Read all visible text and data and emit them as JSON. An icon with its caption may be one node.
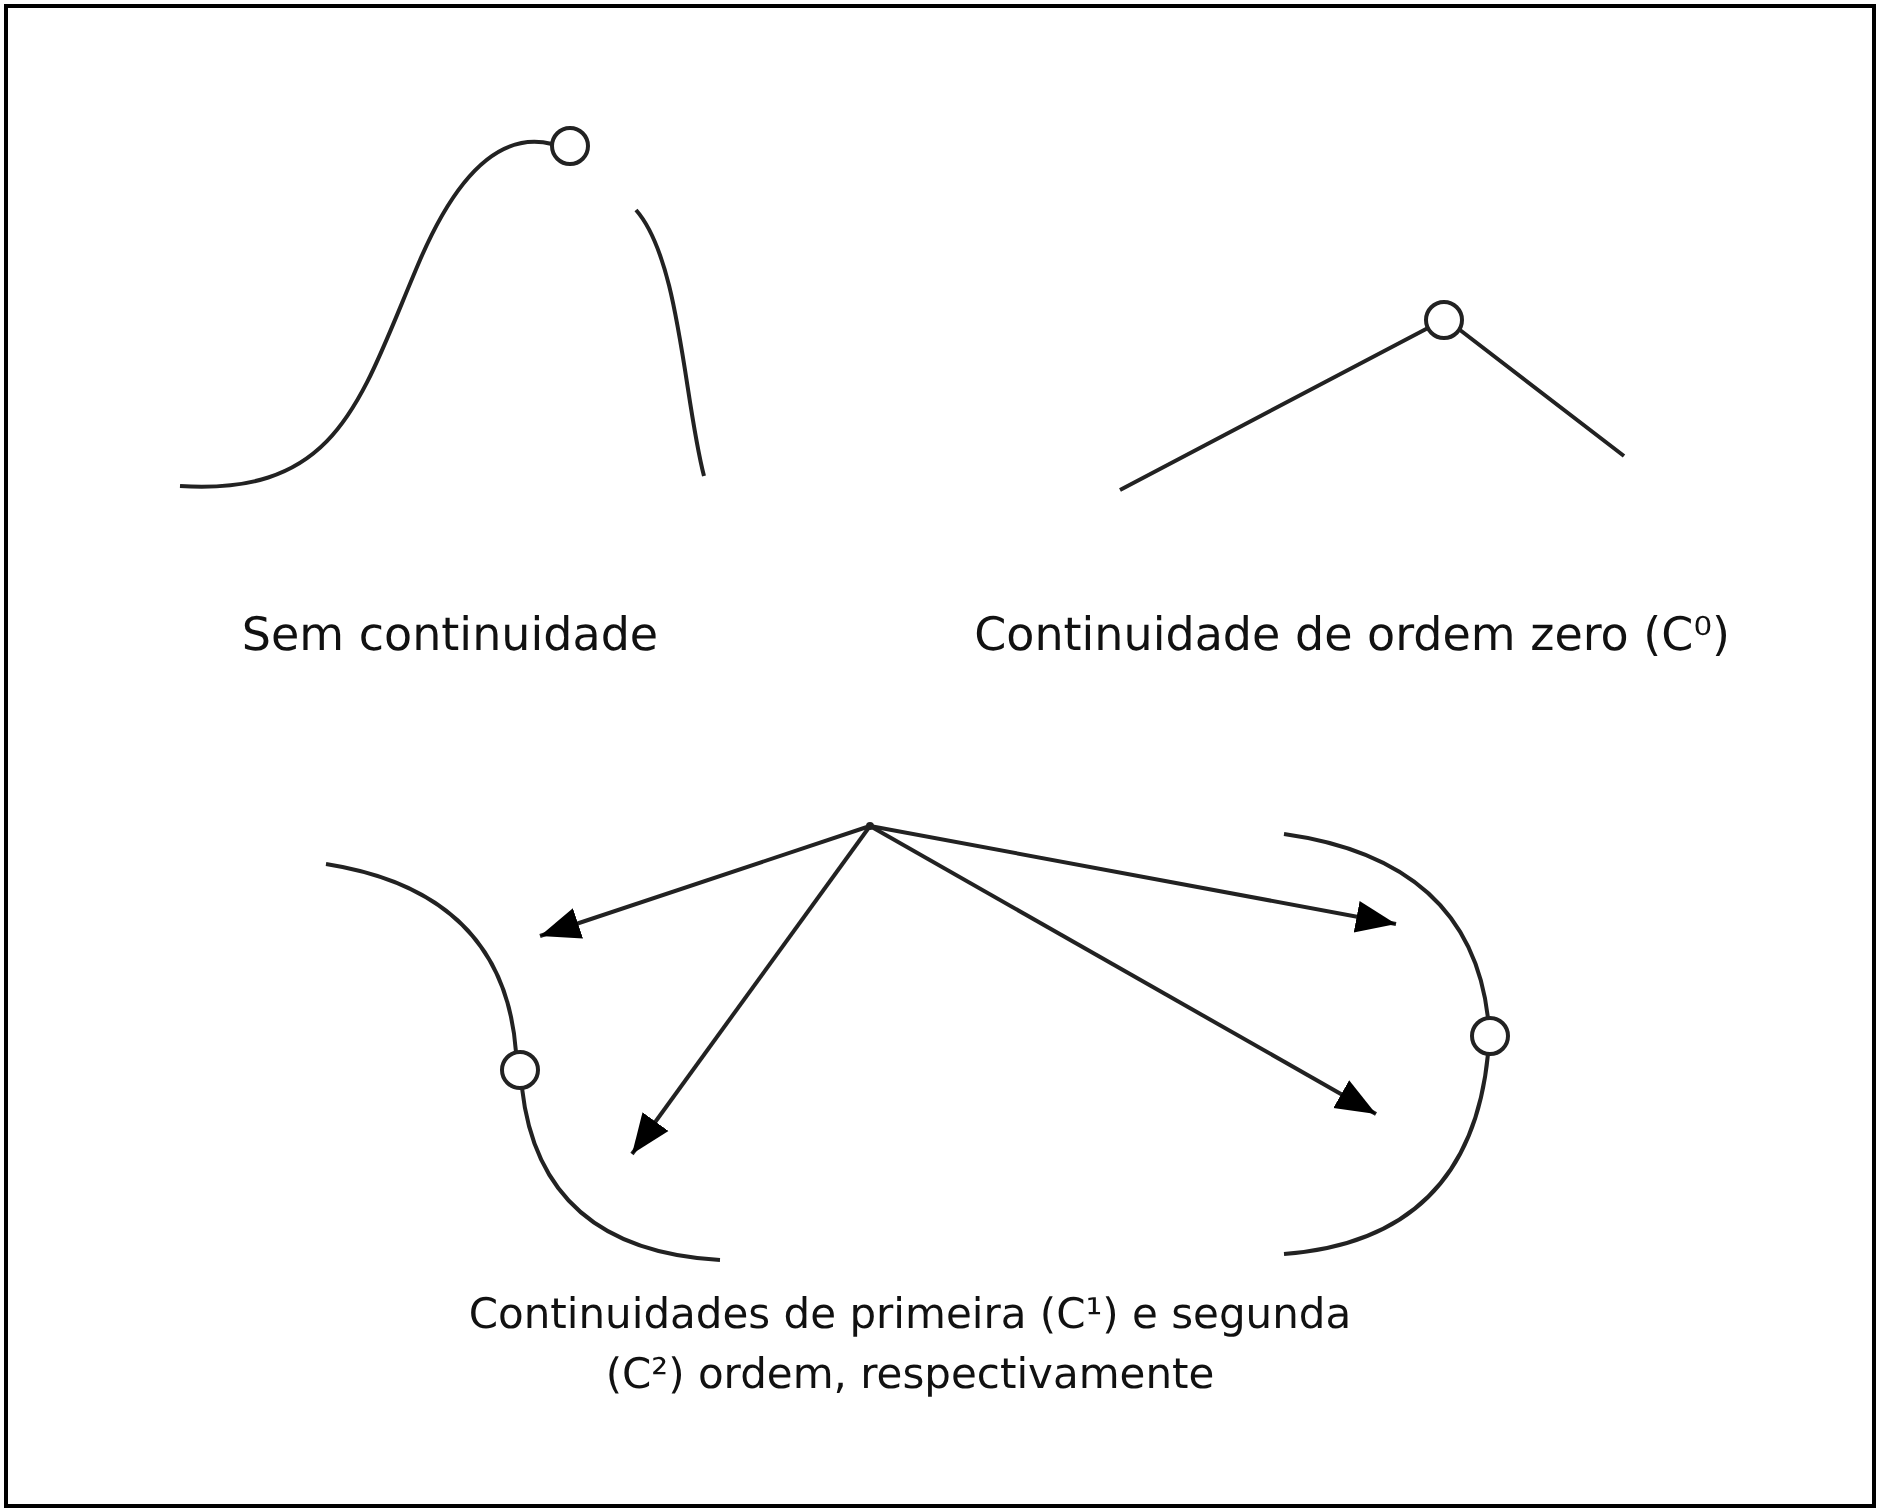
{
  "diagram": {
    "nodes": [
      {
        "text": [],
        "shape": "point"
      },
      {
        "text": [],
        "shape": "curve"
      },
      {
        "text": [],
        "shape": "curve"
      },
      {
        "text": [],
        "shape": "curve"
      },
      {
        "text": [],
        "shape": "curve"
      }
    ],
    "edges": [
      {
        "from": 0,
        "to": 1,
        "arrow": "to"
      },
      {
        "from": 0,
        "to": 2,
        "arrow": "to"
      },
      {
        "from": 0,
        "to": 3,
        "arrow": "to"
      },
      {
        "from": 0,
        "to": 4,
        "arrow": "to"
      }
    ],
    "labels": [
      "Sem continuidade",
      "Continuidade de ordem zero (C⁰)",
      "Continuidades de primeira (C¹) e segunda (C²) ordem, respectivamente"
    ]
  }
}
